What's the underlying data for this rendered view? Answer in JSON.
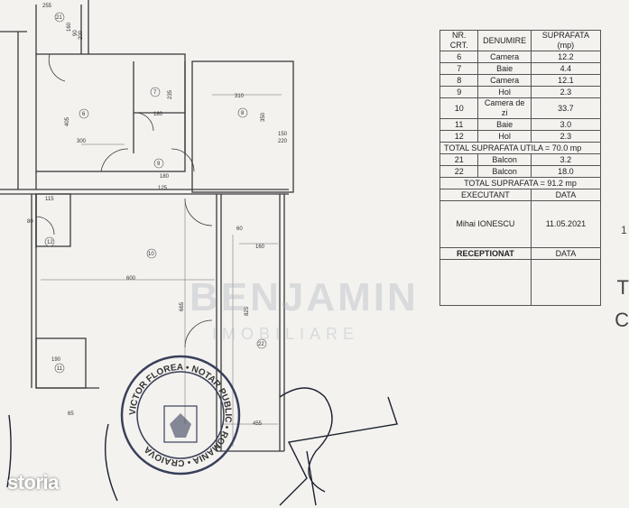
{
  "table": {
    "headers": [
      "NR. CRT.",
      "DENUMIRE",
      "SUPRAFATA (mp)"
    ],
    "rows": [
      {
        "nr": "6",
        "name": "Camera",
        "area": "12.2"
      },
      {
        "nr": "7",
        "name": "Baie",
        "area": "4.4"
      },
      {
        "nr": "8",
        "name": "Camera",
        "area": "12.1"
      },
      {
        "nr": "9",
        "name": "Hol",
        "area": "2.3"
      },
      {
        "nr": "10",
        "name": "Camera de zi",
        "area": "33.7"
      },
      {
        "nr": "11",
        "name": "Baie",
        "area": "3.0"
      },
      {
        "nr": "12",
        "name": "Hol",
        "area": "2.3"
      }
    ],
    "total_util": "TOTAL SUPRAFATA UTILA = 70.0 mp",
    "balcony_rows": [
      {
        "nr": "21",
        "name": "Balcon",
        "area": "3.2"
      },
      {
        "nr": "22",
        "name": "Balcon",
        "area": "18.0"
      }
    ],
    "total": "TOTAL SUPRAFATA = 91.2 mp",
    "executant_label": "EXECUTANT",
    "data_label": "DATA",
    "executant_name": "Mihai IONESCU",
    "executant_date": "11.05.2021",
    "receptionat_label": "RECEPTIONAT",
    "receptionat_data_label": "DATA"
  },
  "plan": {
    "room_numbers": [
      "21",
      "6",
      "7",
      "8",
      "9",
      "10",
      "11",
      "12",
      "22"
    ],
    "dims": [
      "255",
      "160",
      "90",
      "200",
      "115",
      "405",
      "300",
      "180",
      "235",
      "310",
      "350",
      "150",
      "220",
      "125",
      "180",
      "600",
      "665",
      "160",
      "825",
      "455",
      "190",
      "80",
      "60",
      "65"
    ]
  },
  "stamp_text": "VICTOR FLOREA • NOTAR PUBLIC • ROMANIA • CRAIOVA",
  "watermark": {
    "main": "BENJAMIN",
    "sub": "IMOBILIARE"
  },
  "side_letters": [
    "T",
    "C"
  ],
  "side_one": "1",
  "brand": "storia",
  "colors": {
    "paper": "#f3f2ef",
    "ink": "#2a2a2a",
    "stamp": "#3a3f5a",
    "pen": "#1d2230"
  }
}
